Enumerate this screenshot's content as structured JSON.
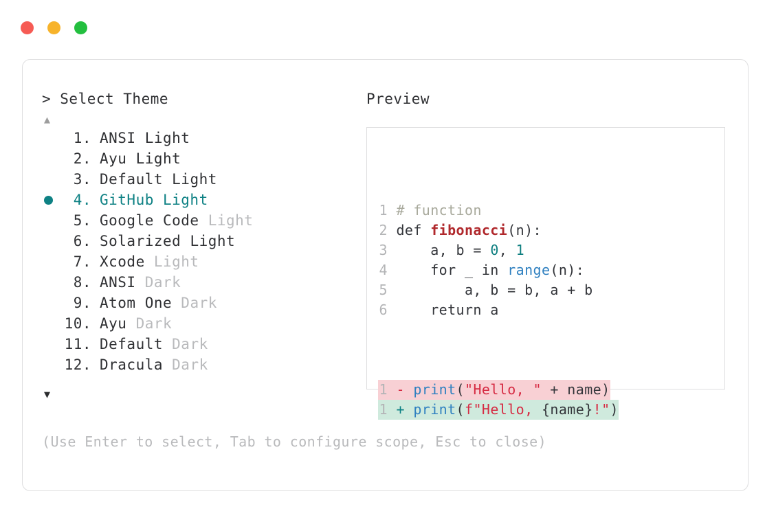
{
  "window": {
    "traffic_lights": [
      {
        "name": "close",
        "color": "#f65b54"
      },
      {
        "name": "minimize",
        "color": "#f7b32b"
      },
      {
        "name": "maximize",
        "color": "#23bf3f"
      }
    ]
  },
  "selector": {
    "prompt": "> Select Theme",
    "scroll_up": "▲",
    "scroll_down": "▼",
    "selected_index": 4,
    "items": [
      {
        "num": "1.",
        "name": "ANSI",
        "variant": "Light",
        "variant_dim": false,
        "selected": false,
        "bullet": false
      },
      {
        "num": "2.",
        "name": "Ayu",
        "variant": "Light",
        "variant_dim": false,
        "selected": false,
        "bullet": false
      },
      {
        "num": "3.",
        "name": "Default",
        "variant": "Light",
        "variant_dim": false,
        "selected": false,
        "bullet": false
      },
      {
        "num": "4.",
        "name": "GitHub",
        "variant": "Light",
        "variant_dim": false,
        "selected": true,
        "bullet": true
      },
      {
        "num": "5.",
        "name": "Google Code",
        "variant": "Light",
        "variant_dim": true,
        "selected": false,
        "bullet": false
      },
      {
        "num": "6.",
        "name": "Solarized",
        "variant": "Light",
        "variant_dim": false,
        "selected": false,
        "bullet": false
      },
      {
        "num": "7.",
        "name": "Xcode",
        "variant": "Light",
        "variant_dim": true,
        "selected": false,
        "bullet": false
      },
      {
        "num": "8.",
        "name": "ANSI",
        "variant": "Dark",
        "variant_dim": true,
        "selected": false,
        "bullet": false
      },
      {
        "num": "9.",
        "name": "Atom One",
        "variant": "Dark",
        "variant_dim": true,
        "selected": false,
        "bullet": false
      },
      {
        "num": "10.",
        "name": "Ayu",
        "variant": "Dark",
        "variant_dim": true,
        "selected": false,
        "bullet": false
      },
      {
        "num": "11.",
        "name": "Default",
        "variant": "Dark",
        "variant_dim": true,
        "selected": false,
        "bullet": false
      },
      {
        "num": "12.",
        "name": "Dracula",
        "variant": "Dark",
        "variant_dim": true,
        "selected": false,
        "bullet": false
      }
    ]
  },
  "preview": {
    "title": "Preview",
    "code_lines": [
      {
        "n": "1",
        "tokens": [
          {
            "t": "# function",
            "c": "comment"
          }
        ]
      },
      {
        "n": "2",
        "tokens": [
          {
            "t": "def ",
            "c": "plain"
          },
          {
            "t": "fibonacci",
            "c": "func"
          },
          {
            "t": "(n):",
            "c": "plain"
          }
        ]
      },
      {
        "n": "3",
        "tokens": [
          {
            "t": "    a, b = ",
            "c": "plain"
          },
          {
            "t": "0",
            "c": "num"
          },
          {
            "t": ", ",
            "c": "plain"
          },
          {
            "t": "1",
            "c": "num"
          }
        ]
      },
      {
        "n": "4",
        "tokens": [
          {
            "t": "    for _ in ",
            "c": "plain"
          },
          {
            "t": "range",
            "c": "builtin"
          },
          {
            "t": "(n):",
            "c": "plain"
          }
        ]
      },
      {
        "n": "5",
        "tokens": [
          {
            "t": "        a, b = b, a + b",
            "c": "plain"
          }
        ]
      },
      {
        "n": "6",
        "tokens": [
          {
            "t": "    return a",
            "c": "plain"
          }
        ]
      }
    ],
    "diff_lines": [
      {
        "n": "1",
        "kind": "del",
        "sign": "-",
        "tokens": [
          {
            "t": "print",
            "c": "builtin"
          },
          {
            "t": "(",
            "c": "plain"
          },
          {
            "t": "\"Hello, \"",
            "c": "str"
          },
          {
            "t": " + name)",
            "c": "plain"
          }
        ]
      },
      {
        "n": "1",
        "kind": "add",
        "sign": "+",
        "tokens": [
          {
            "t": "print",
            "c": "builtin"
          },
          {
            "t": "(",
            "c": "plain"
          },
          {
            "t": "f\"Hello, ",
            "c": "str"
          },
          {
            "t": "{name}",
            "c": "plain"
          },
          {
            "t": "!\"",
            "c": "str"
          },
          {
            "t": ")",
            "c": "plain"
          }
        ]
      }
    ]
  },
  "footer": {
    "hint": "(Use Enter to select, Tab to configure scope, Esc to close)"
  },
  "colors": {
    "accent_teal": "#0e8184",
    "diff_del_bg": "#f8d0d4",
    "diff_add_bg": "#cfeadd",
    "dim_text": "#b9babc",
    "body_text": "#2f3033",
    "border": "#dededf"
  }
}
